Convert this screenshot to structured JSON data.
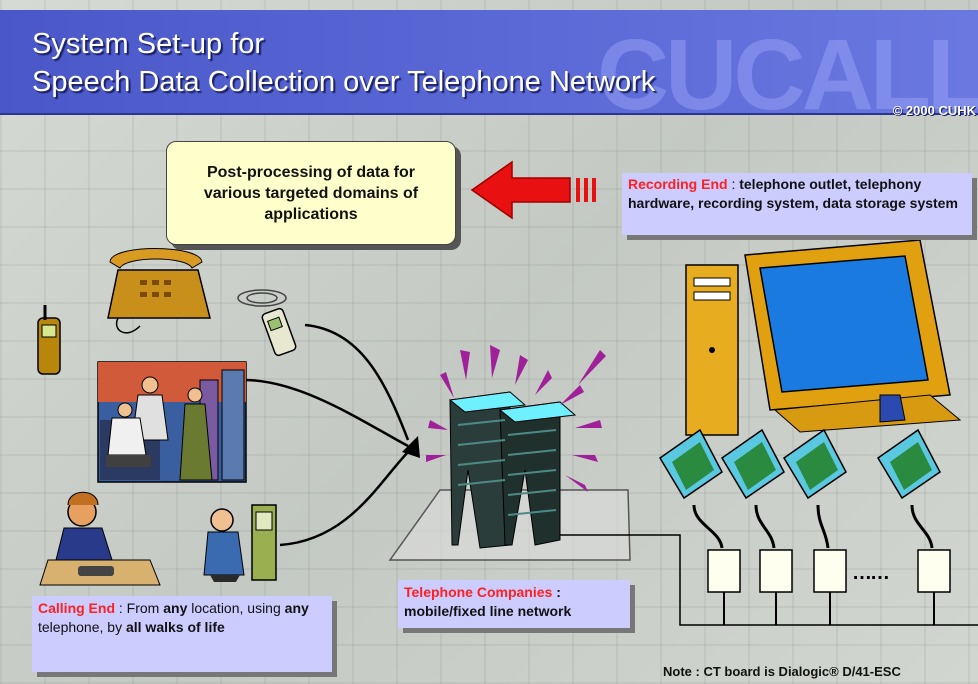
{
  "header": {
    "title_line1": "System Set-up for",
    "title_line2": "Speech Data Collection over Telephone Network",
    "watermark": "CUCALL",
    "copyright": "© 2000 CUHK"
  },
  "post_processing": {
    "text": "Post-processing of data for various targeted domains of applications"
  },
  "recording_end": {
    "label": "Recording End",
    "separator": " : ",
    "description": "telephone outlet, telephony hardware, recording system, data storage system"
  },
  "telephone_companies": {
    "label": "Telephone Companies",
    "separator": " :",
    "description": "mobile/fixed line network"
  },
  "calling_end": {
    "label": "Calling End",
    "parts": [
      " : From ",
      "any",
      " location, using ",
      "any",
      " telephone, by ",
      "all walks of life"
    ]
  },
  "outlets": {
    "ellipsis": "……"
  },
  "note": "Note : CT board is Dialogic® D/41-ESC",
  "colors": {
    "header": "#5a68d6",
    "callout_blue": "#ccccff",
    "callout_yellow": "#ffffcc",
    "accent_red": "#ff2020",
    "arrow_red": "#e81010"
  },
  "icons": [
    "mobile-phone-icon",
    "desk-phone-icon",
    "cordless-phone-icon",
    "business-people-icon",
    "woman-on-phone-icon",
    "payphone-user-icon",
    "telephone-towers-icon",
    "computer-icon",
    "ct-board-icon",
    "phone-outlet-icon",
    "red-arrow-icon"
  ]
}
